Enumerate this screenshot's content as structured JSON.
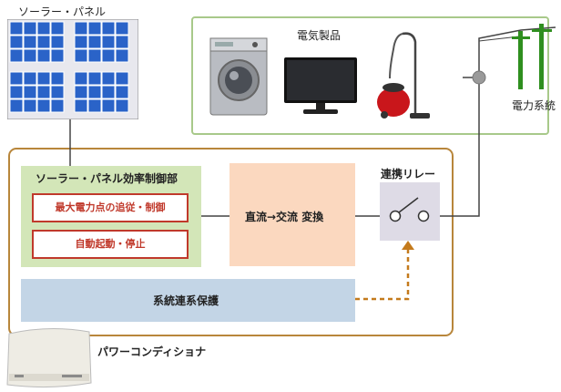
{
  "solar_panel": {
    "label": "ソーラー・パネル"
  },
  "appliances": {
    "label": "電気製品"
  },
  "grid": {
    "label": "電力系統"
  },
  "efficiency_unit": {
    "title": "ソーラー・パネル効率制御部",
    "mppt": "最大電力点の追従・制御",
    "auto_start": "自動起動・停止"
  },
  "converter": {
    "label": "直流→交流 変換"
  },
  "relay": {
    "label": "連携リレー"
  },
  "protection": {
    "label": "系統連系保護"
  },
  "power_conditioner": {
    "label": "パワーコンディショナ"
  },
  "colors": {
    "frame_orange": "#b8863b",
    "appliance_frame_green": "#a8c98a",
    "pole_green": "#2f8f1f",
    "dashed_arrow": "#c47a1c"
  }
}
